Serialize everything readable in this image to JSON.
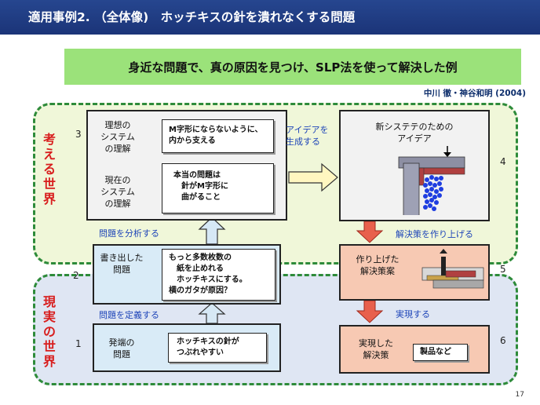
{
  "header": {
    "title": "適用事例2. （全体像)　ホッチキスの針を潰れなくする問題"
  },
  "subtitle": "身近な問題で、真の原因を見つけ、SLP法を使って解決した例",
  "author": "中川 徹・神谷和明 (2004)",
  "worlds": {
    "top": "考える世界",
    "bottom": "現実の世界"
  },
  "boxes": {
    "ideal_label": "理想の\nシステム\nの理解",
    "ideal_text": "M字形にならないように、\n内から支える",
    "current_label": "現在の\nシステム\nの理解",
    "current_text": "本当の問題は\n　針がM字形に\n　曲がること",
    "written_label": "書き出した\n問題",
    "written_text": "もっと多数枚数の\n　紙を止めれる\n　ホッチキスにする。\n横のガタが原因？",
    "origin_label": "発端の\n問題",
    "origin_text": "ホッチキスの針が\nつぶれやすい",
    "new_idea_label": "新システテのための\nアイデア",
    "made_label": "作り上げた\n解決策案",
    "realized_label": "実現した\n解決策",
    "realized_text": "製品など"
  },
  "arrows": {
    "generate_idea": "アイデアを\n生成する",
    "analyze": "問題を分析する",
    "build_solution": "解決策を作り上げる",
    "define": "問題を定義する",
    "realize": "実現する"
  },
  "numbers": {
    "n1": "1",
    "n2": "2",
    "n3": "3",
    "n4": "4",
    "n5": "5",
    "n6": "6"
  },
  "page": "17",
  "colors": {
    "header": "#1f3c84",
    "subtitle": "#9be27a",
    "world_border": "#2e8b3a",
    "top_world": "#f0f7d9",
    "bottom_world": "#dfe6f3",
    "world_label": "#d81e1e",
    "arrow_red": "#e8604c",
    "arrow_blue": "#d6e8f5",
    "arrow_yellow": "#fff6c0"
  }
}
